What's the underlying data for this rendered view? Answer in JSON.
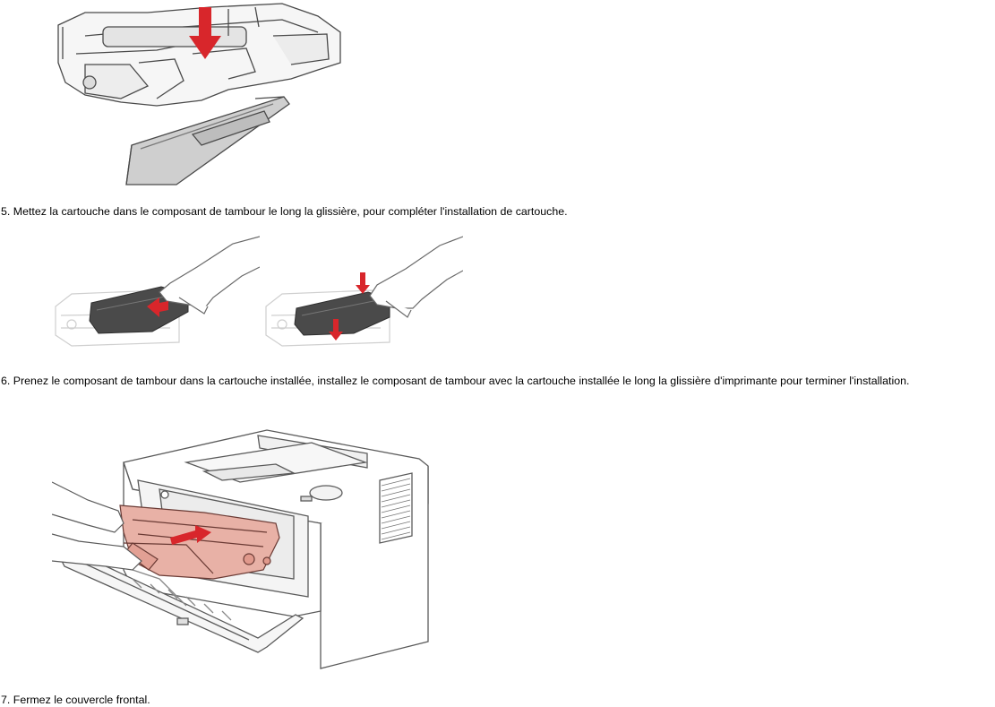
{
  "steps": {
    "step5": "5. Mettez la cartouche dans le composant de tambour le long la glissière, pour compléter l'installation de cartouche.",
    "step6": "6. Prenez le composant de tambour dans la cartouche installée, installez le composant de tambour avec la cartouche installée le long la glissière d'imprimante pour terminer l'installation.",
    "step7": "7. Fermez le couvercle frontal."
  },
  "colors": {
    "arrow_red": "#d8262b",
    "cartridge_tint": "#e8b1a6",
    "cartridge_dark": "#4a4a4a",
    "line_gray": "#5a5a5a"
  }
}
